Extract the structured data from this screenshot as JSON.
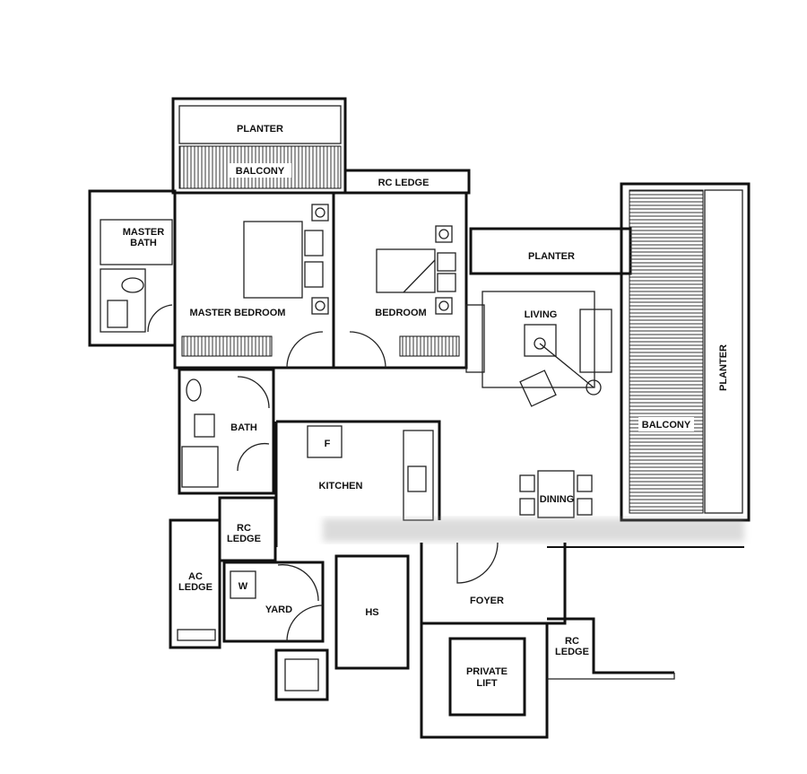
{
  "plan": {
    "rooms": {
      "planter_top": "PLANTER",
      "balcony_top": "BALCONY",
      "rc_ledge_top": "RC LEDGE",
      "master_bath": [
        "MASTER",
        "BATH"
      ],
      "master_bedroom": "MASTER BEDROOM",
      "bedroom": "BEDROOM",
      "planter_mid": "PLANTER",
      "living": "LIVING",
      "balcony_right": "BALCONY",
      "planter_right": "PLANTER",
      "bath": "BATH",
      "fridge": "F",
      "kitchen": "KITCHEN",
      "dining": "DINING",
      "rc_ledge_left": [
        "RC",
        "LEDGE"
      ],
      "ac_ledge": [
        "AC",
        "LEDGE"
      ],
      "washer": "W",
      "yard": "YARD",
      "hs": "HS",
      "foyer": "FOYER",
      "private_lift": [
        "PRIVATE",
        "LIFT"
      ],
      "rc_ledge_right": [
        "RC",
        "LEDGE"
      ]
    }
  }
}
